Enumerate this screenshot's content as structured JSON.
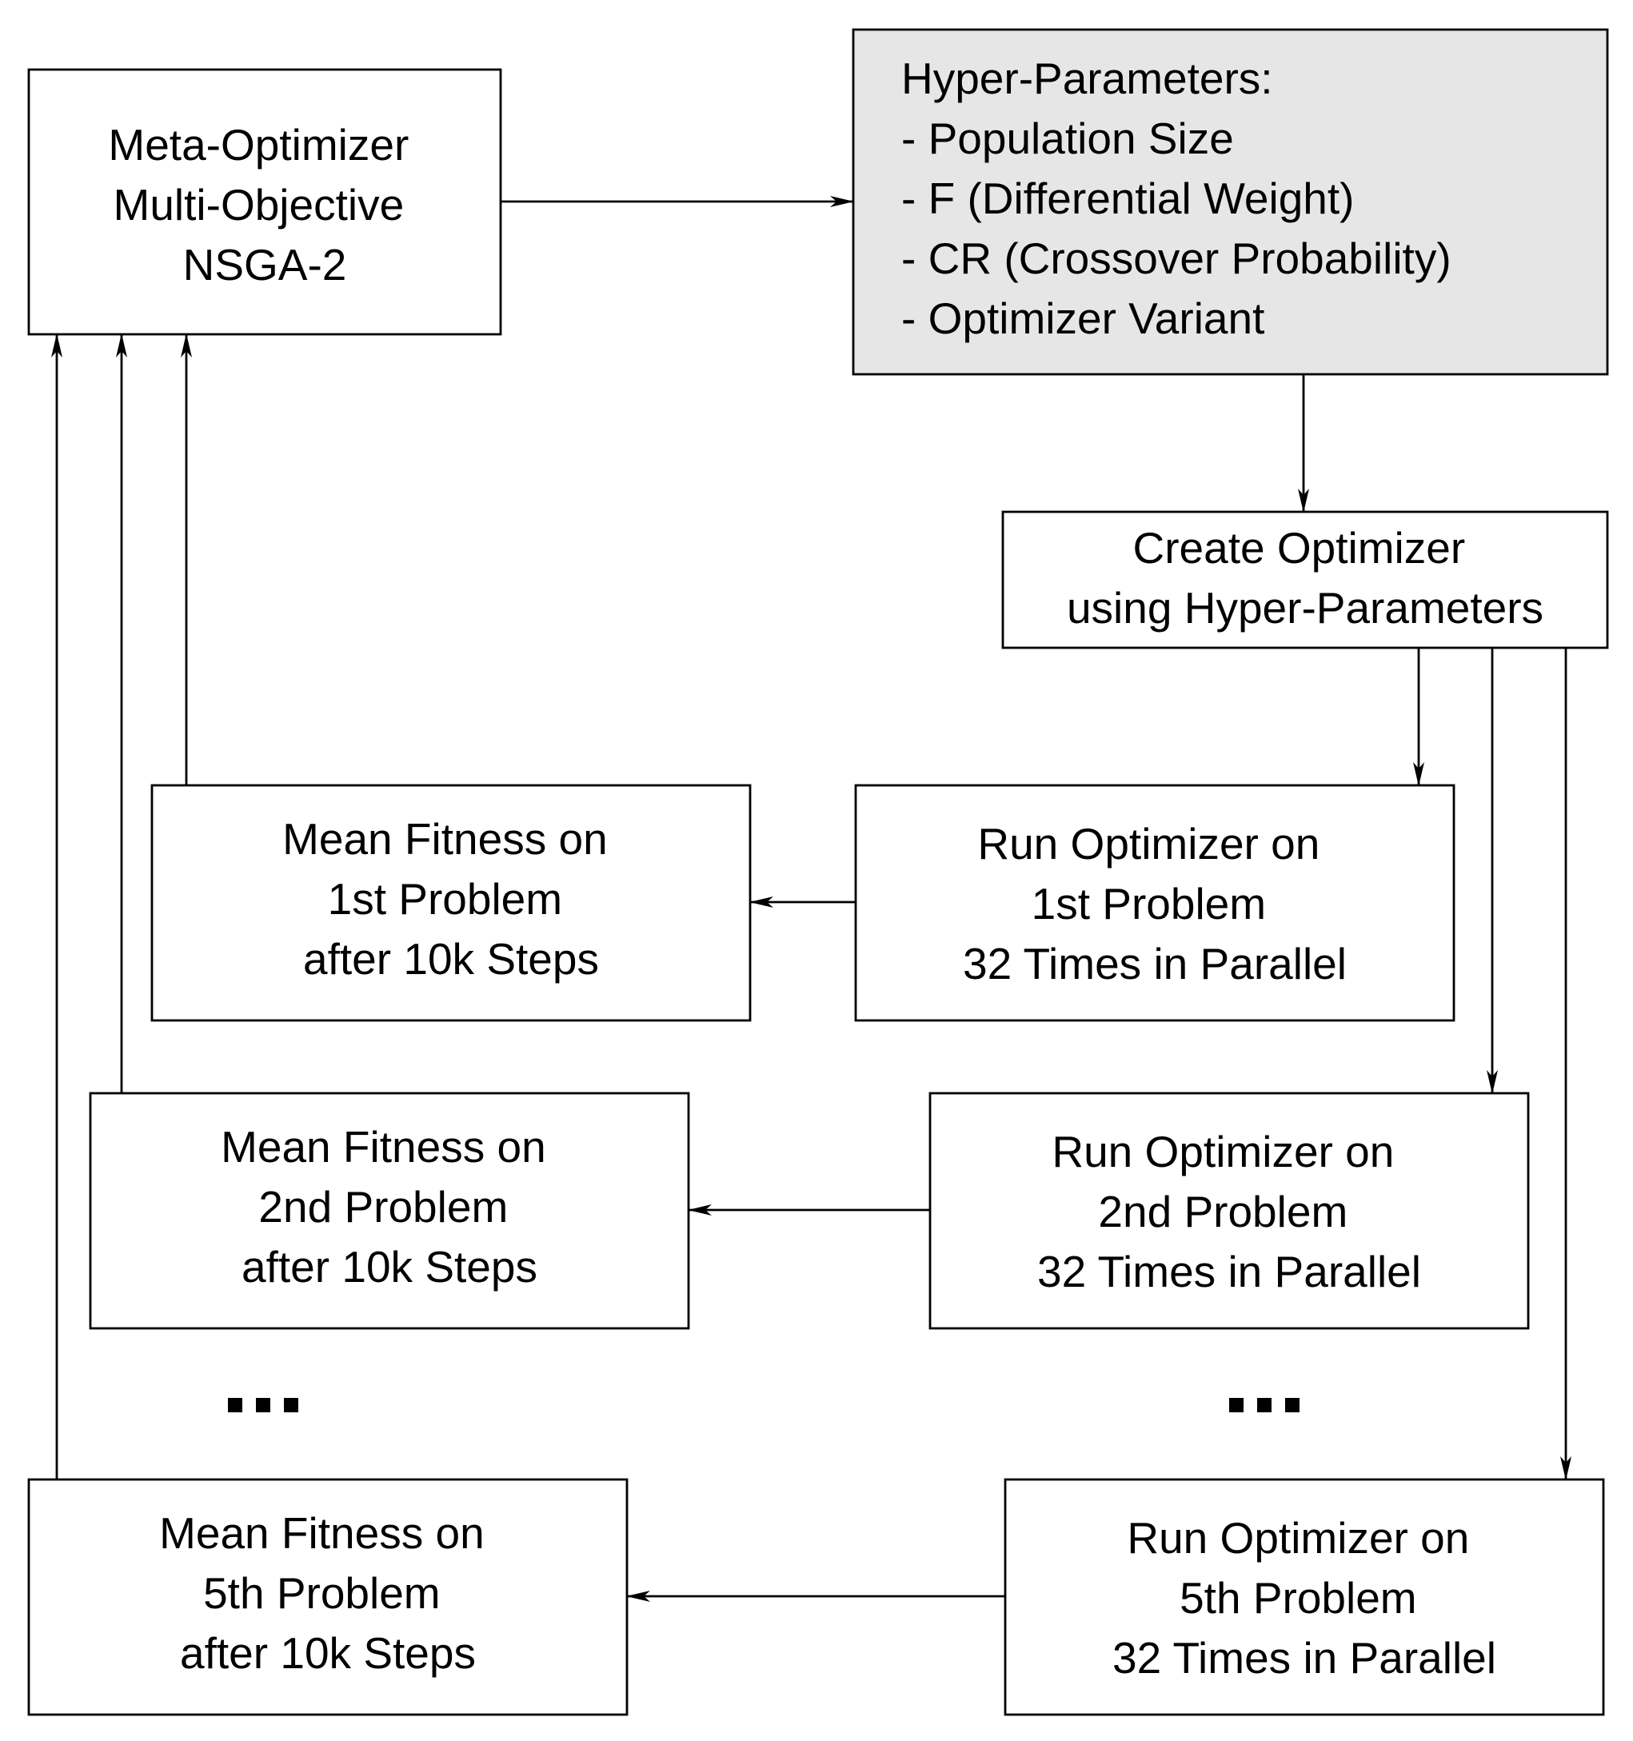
{
  "colors": {
    "hyper_box_fill": "#e6e6e6",
    "box_fill": "#ffffff",
    "line": "#000000"
  },
  "meta_optimizer": {
    "lines": [
      "Meta-Optimizer",
      "Multi-Objective",
      "NSGA-2"
    ]
  },
  "hyper_parameters": {
    "lines": [
      "Hyper-Parameters:",
      "- Population Size",
      "- F (Differential Weight)",
      "- CR (Crossover Probability)",
      "- Optimizer Variant"
    ]
  },
  "create_optimizer": {
    "lines": [
      "Create Optimizer",
      "using Hyper-Parameters"
    ]
  },
  "run_boxes": [
    {
      "lines": [
        "Run Optimizer on",
        "1st Problem",
        "32 Times in Parallel"
      ]
    },
    {
      "lines": [
        "Run Optimizer on",
        "2nd Problem",
        "32 Times in Parallel"
      ]
    },
    {
      "lines": [
        "Run Optimizer on",
        "5th Problem",
        "32 Times in Parallel"
      ]
    }
  ],
  "fitness_boxes": [
    {
      "lines": [
        "Mean Fitness on",
        "1st Problem",
        "after 10k Steps"
      ]
    },
    {
      "lines": [
        "Mean Fitness on",
        "2nd Problem",
        "after 10k Steps"
      ]
    },
    {
      "lines": [
        "Mean Fitness on",
        "5th Problem",
        "after 10k Steps"
      ]
    }
  ]
}
